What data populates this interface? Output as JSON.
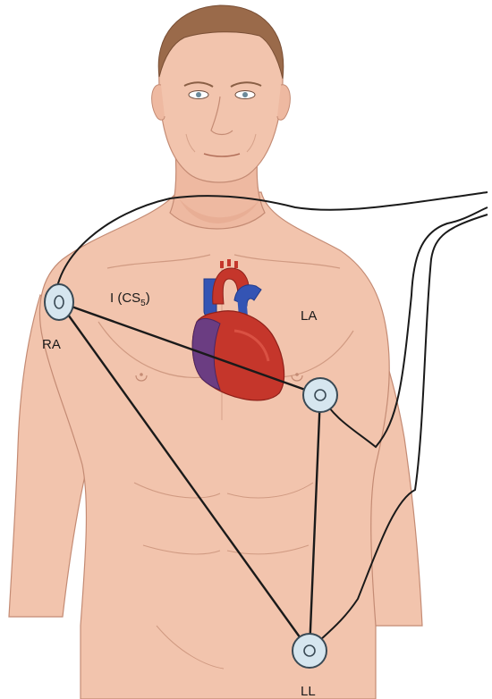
{
  "labels": {
    "ra": "RA",
    "la": "LA",
    "ll": "LL",
    "lead_prefix": "I (CS",
    "lead_subscript": "5",
    "lead_suffix": ")"
  },
  "colors": {
    "skin": "#f2c4ad",
    "skin_shadow": "#e3a68c",
    "hair": "#9a6a4a",
    "electrode_fill": "#d6e6ef",
    "electrode_stroke": "#3a4a55",
    "wire": "#1a1a1a",
    "heart_red": "#c5362b",
    "heart_blue": "#3454b4",
    "heart_purple": "#6b3d82"
  },
  "icons": {
    "ra_electrode": "electrode-ring-icon",
    "la_electrode": "electrode-ring-icon",
    "ll_electrode": "electrode-ring-icon",
    "heart": "heart-illustration"
  }
}
